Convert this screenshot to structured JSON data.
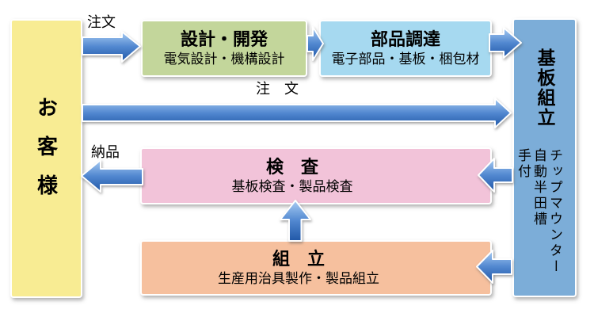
{
  "customer": {
    "label": "お客様"
  },
  "design": {
    "title": "設計・開発",
    "subtitle": "電気設計・機構設計"
  },
  "parts": {
    "title": "部品調達",
    "subtitle": "電子部品・基板・梱包材"
  },
  "board_assembly": {
    "title": "基板組立",
    "processes": [
      "チップマウンター",
      "自動半田槽",
      "手付"
    ]
  },
  "inspection": {
    "title": "検　査",
    "subtitle": "基板検査・製品検査"
  },
  "assembly": {
    "title": "組　立",
    "subtitle": "生産用治具製作・製品組立"
  },
  "arrows": {
    "order_top_label": "注文",
    "order_main_label": "注　文",
    "delivery_label": "納品"
  },
  "colors": {
    "customer_fill": "#f8ec93",
    "design_fill": "#c3d69b",
    "parts_fill": "#a6d9f0",
    "board_fill": "#7cadd8",
    "inspection_fill": "#f2c3d9",
    "assembly_fill": "#f6c09e",
    "arrow_light": "#a9cdf3",
    "arrow_mid": "#5288d0",
    "arrow_dark": "#2057a7",
    "text": "#000000"
  }
}
